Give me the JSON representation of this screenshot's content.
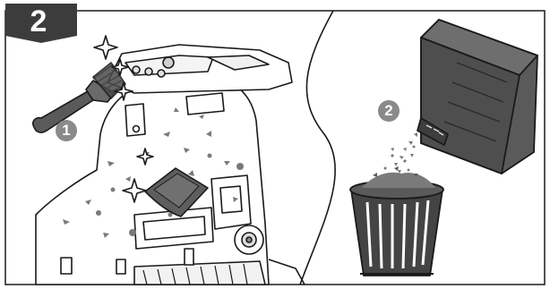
{
  "step_number": "2",
  "markers": [
    "1",
    "2"
  ],
  "colors": {
    "outline": "#1a1a1a",
    "badge": "#3c3c3c",
    "marker": "#8a8a8a",
    "debris": "#7a7a7a",
    "bin_body": "#5a5a5a",
    "trash_can": "#444444"
  },
  "icons": [
    "cleaning-brush-icon",
    "cloth-icon",
    "sparkle-icon",
    "debris-bin-icon",
    "trash-can-icon"
  ]
}
